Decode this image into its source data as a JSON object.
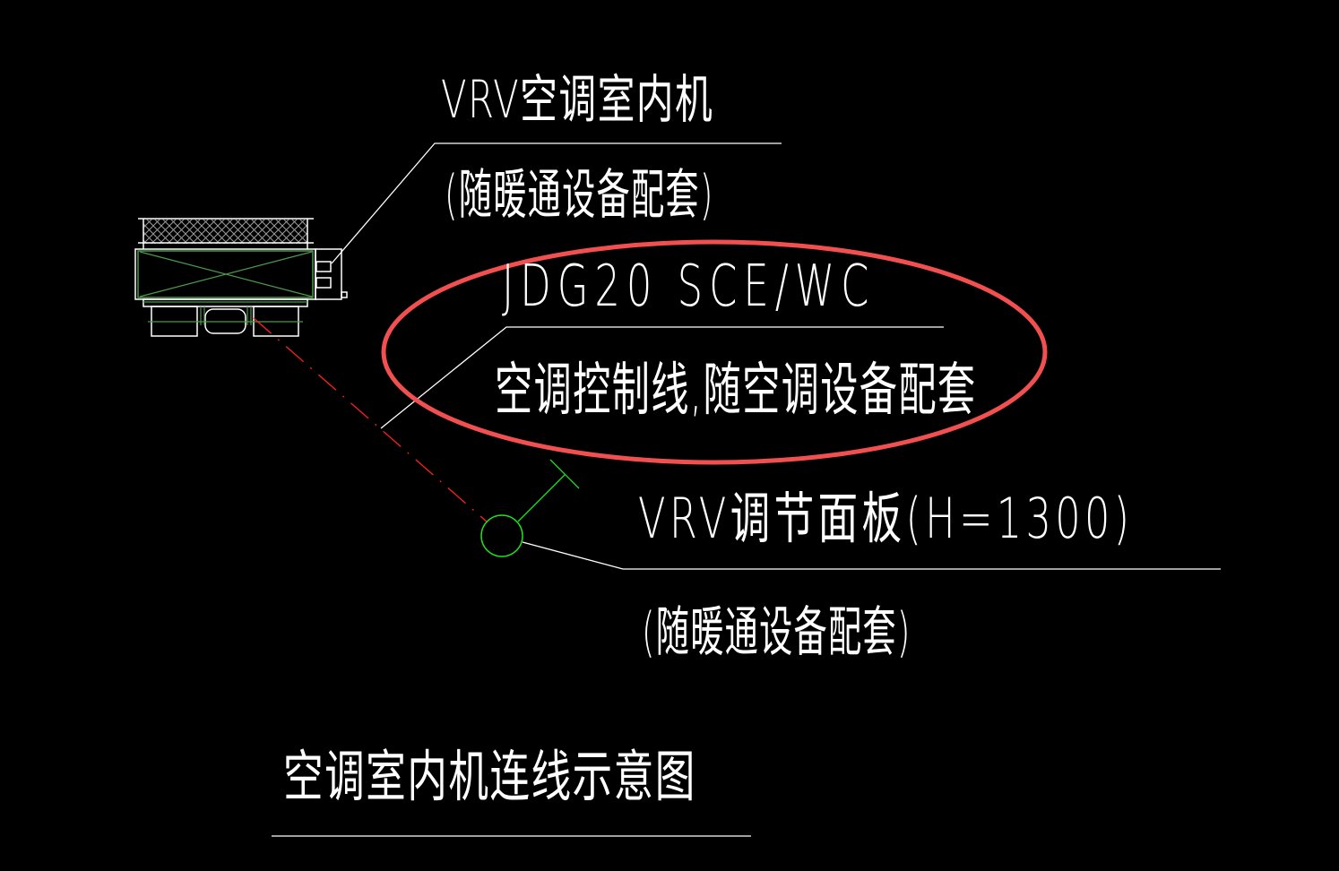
{
  "drawing": {
    "background": "#000000",
    "colors": {
      "text": "#ffffff",
      "leader": "#ffffff",
      "equipment_green": "#4a9a4a",
      "control_symbol_green": "#22dd22",
      "cable_red": "#ff2020",
      "highlight_ellipse": "#f25050",
      "hatch": "#9a9a9a"
    },
    "indoor_unit": {
      "label_line1": "VRV空调室内机",
      "label_line2": "(随暖通设备配套)",
      "icon": "vrv-indoor-unit-symbol"
    },
    "control_cable": {
      "label_line1": "JDG20  SCE/WC",
      "label_line2": "空调控制线,随空调设备配套",
      "line_style": "dash-dot",
      "highlighted": true
    },
    "control_panel": {
      "label_line1": "VRV调节面板(H=1300)",
      "label_line2": "(随暖通设备配套)",
      "icon": "control-panel-circle-symbol"
    },
    "caption": "空调室内机连线示意图"
  }
}
